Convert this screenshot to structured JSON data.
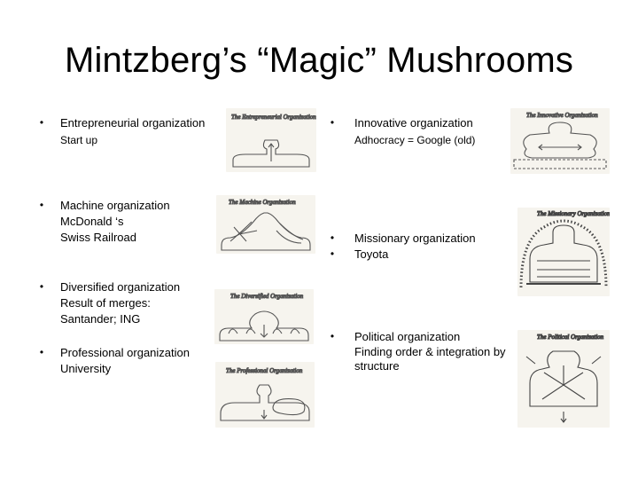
{
  "slide": {
    "title": "Mintzberg’s “Magic” Mushrooms"
  },
  "left_column": [
    {
      "label": "Entrepreneurial organization",
      "details": [
        "Start up"
      ]
    },
    {
      "label": "Machine organization",
      "details": [
        "McDonald ‘s",
        "Swiss Railroad"
      ]
    },
    {
      "label": "Diversified organization",
      "details": [
        "Result of merges:",
        "Santander; ING"
      ]
    },
    {
      "label": "Professional organization",
      "details": [
        "University"
      ]
    }
  ],
  "right_column": [
    {
      "label": "Innovative organization",
      "details": [
        "Adhocracy = Google (old)"
      ]
    },
    {
      "label": "Missionary organization",
      "details": []
    },
    {
      "label": "Toyota",
      "details": []
    },
    {
      "label": "Political organization",
      "details": [
        "Finding order & integration by",
        "structure"
      ]
    }
  ],
  "bullet_char": "•",
  "diagrams": [
    {
      "caption": "The Entrepreneurial Organization"
    },
    {
      "caption": "The Machine Organization"
    },
    {
      "caption": "The Diversified Organization"
    },
    {
      "caption": "The Professional Organization"
    },
    {
      "caption": "The Innovative Organization"
    },
    {
      "caption": "The Missionary Organization"
    },
    {
      "caption": "The Political Organization"
    }
  ]
}
